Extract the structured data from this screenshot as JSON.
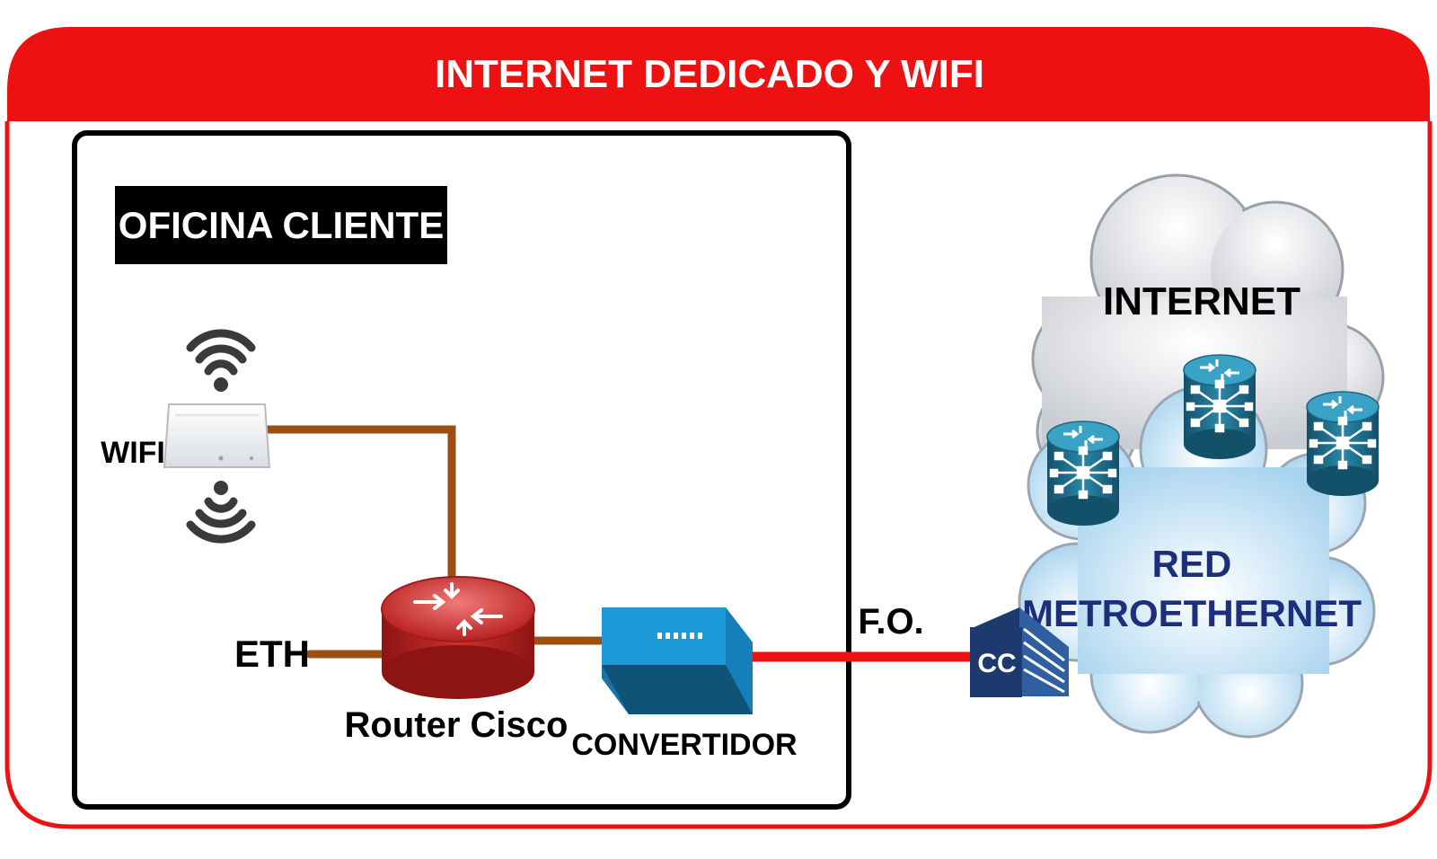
{
  "header": {
    "title": "INTERNET DEDICADO Y WIFI"
  },
  "office": {
    "title": "OFICINA CLIENTE"
  },
  "devices": {
    "wifi": {
      "label": "WIFI",
      "icon": "wifi-access-point-icon"
    },
    "eth": {
      "label": "ETH"
    },
    "router": {
      "label": "Router Cisco",
      "icon": "router-icon"
    },
    "converter": {
      "label": "CONVERTIDOR",
      "icon": "media-converter-icon"
    },
    "fiber": {
      "label": "F.O."
    },
    "cc": {
      "label": "CC",
      "icon": "building-icon"
    }
  },
  "cloud": {
    "internet_label": "INTERNET",
    "network_label_line1": "RED",
    "network_label_line2": "METROETHERNET",
    "router_icon": "network-switch-icon"
  },
  "colors": {
    "brand_red": "#ee1111",
    "copper_cable": "#9b4f12",
    "fiber_cable": "#ee1111",
    "network_text": "#1c2f7a",
    "router_red": "#c22a2a",
    "converter_blue": "#1a8fd0",
    "switch_teal": "#1f6f8e"
  }
}
